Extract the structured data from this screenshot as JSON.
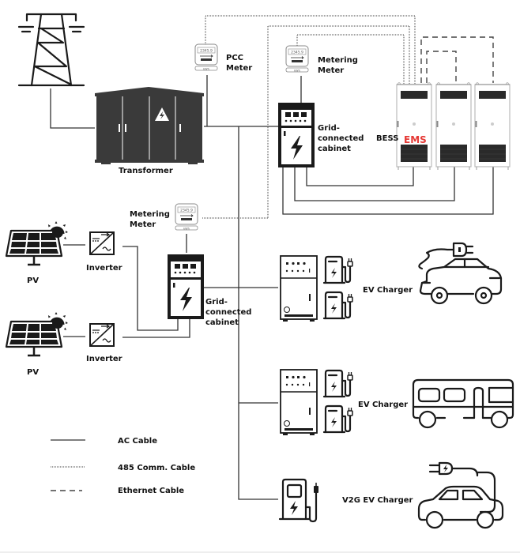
{
  "title": "EV charging station with PV, BESS and grid connection — system topology",
  "components": {
    "transmission_tower": {
      "icon": "power-tower-icon"
    },
    "transformer": {
      "label": "Transformer",
      "icon": "transformer-icon"
    },
    "pcc_meter": {
      "label_line1": "PCC",
      "label_line2": "Meter",
      "reading": "2345.9",
      "unit": "kWh"
    },
    "metering_meter_top": {
      "label_line1": "Metering",
      "label_line2": "Meter",
      "reading": "2345.9",
      "unit": "kWh"
    },
    "metering_meter_pv": {
      "label_line1": "Metering",
      "label_line2": "Meter",
      "reading": "2345.9",
      "unit": "kWh"
    },
    "grid_cabinet_bess": {
      "label_line1": "Grid-",
      "label_line2": "connected",
      "label_line3": "cabinet"
    },
    "grid_cabinet_pv": {
      "label_line1": "Grid-",
      "label_line2": "connected",
      "label_line3": "cabinet"
    },
    "bess": {
      "label": "BESS",
      "ems_label": "EMS",
      "cabinet_count": 3,
      "ems_color": "#e53935"
    },
    "pv_1": {
      "label": "PV"
    },
    "pv_2": {
      "label": "PV"
    },
    "inverter_1": {
      "label": "Inverter"
    },
    "inverter_2": {
      "label": "Inverter"
    },
    "ev_charger_car": {
      "label": "EV Charger",
      "vehicle": "car"
    },
    "ev_charger_bus": {
      "label": "EV Charger",
      "vehicle": "bus"
    },
    "v2g_charger": {
      "label": "V2G EV Charger",
      "vehicle": "car"
    }
  },
  "legend": {
    "items": [
      {
        "label": "AC Cable",
        "style": "solid"
      },
      {
        "label": "485 Comm. Cable",
        "style": "dotted"
      },
      {
        "label": "Ethernet Cable",
        "style": "dashed"
      }
    ]
  }
}
